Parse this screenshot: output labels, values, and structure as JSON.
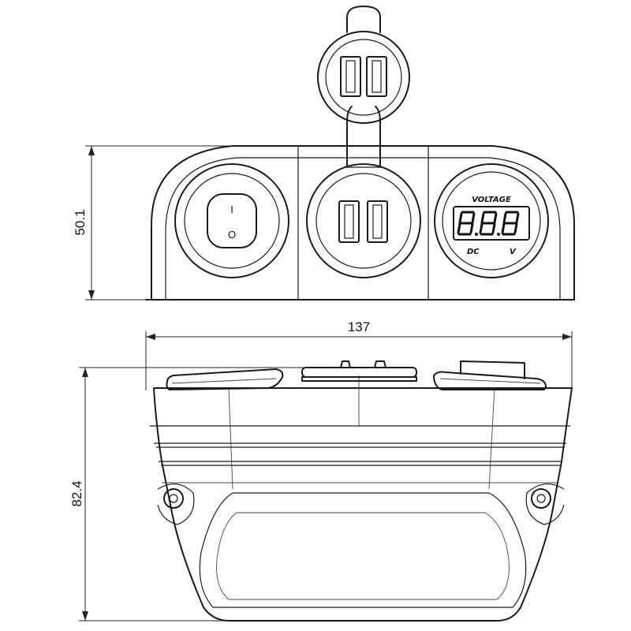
{
  "dimensions": {
    "height_front": "50.1",
    "width_top": "137",
    "depth_top": "82.4"
  },
  "switch": {
    "on_symbol": "I",
    "off_symbol": "O"
  },
  "voltmeter": {
    "title": "VOLTAGE",
    "display": "8.8.8",
    "left_label": "DC",
    "right_label": "V"
  }
}
